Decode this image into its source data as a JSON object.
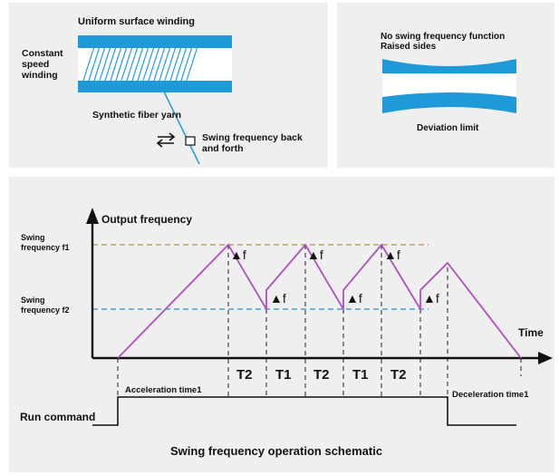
{
  "top_left": {
    "uniform_label": "Uniform surface winding",
    "constant_label_lines": [
      "Constant",
      "speed",
      "winding"
    ],
    "synthetic_label": "Synthetic fiber yarn",
    "swing_label_lines": [
      "Swing frequency back",
      "and forth"
    ]
  },
  "top_right": {
    "title_lines": [
      "No swing frequency function",
      "Raised sides"
    ],
    "deviation_label": "Deviation limit"
  },
  "schematic": {
    "y_axis_label": "Output frequency",
    "x_axis_label": "Time",
    "f1_label_lines": [
      "Swing",
      "frequency f1"
    ],
    "f2_label_lines": [
      "Swing",
      "frequency f2"
    ],
    "delta_f_label": "▲f",
    "period_labels": [
      "T2",
      "T1",
      "T2",
      "T1",
      "T2"
    ],
    "acceleration_label": "Acceleration time1",
    "deceleration_label": "Deceleration time1",
    "run_command_label": "Run command",
    "caption": "Swing frequency operation schematic"
  },
  "colors": {
    "panel_bg": "#efefef",
    "winding_blue": "#1e9ad8",
    "curve_purple": "#b04fbf",
    "f1_line": "#b98a4a",
    "f2_line": "#2a8fce",
    "axis": "#111111"
  }
}
